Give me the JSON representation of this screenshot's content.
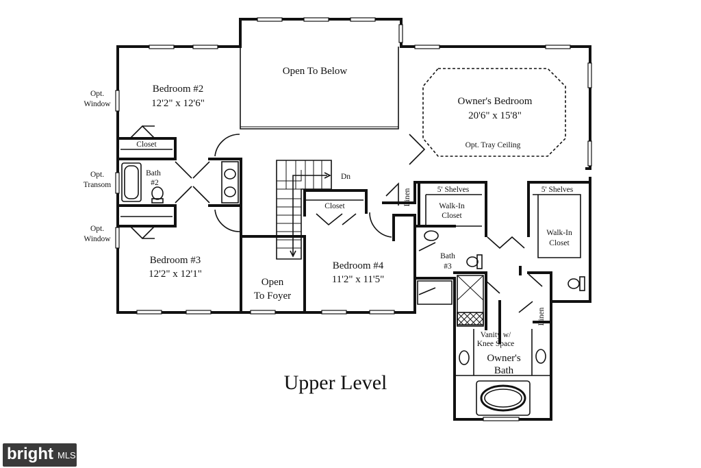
{
  "title": "Upper Level",
  "rooms": {
    "bedroom2": {
      "name": "Bedroom #2",
      "dims": "12'2\" x 12'6\""
    },
    "bedroom3": {
      "name": "Bedroom #3",
      "dims": "12'2\" x 12'1\""
    },
    "bedroom4": {
      "name": "Bedroom #4",
      "dims": "11'2\" x 11'5\""
    },
    "owners_bedroom": {
      "name": "Owner's Bedroom",
      "dims": "20'6\" x 15'8\"",
      "note": "Opt. Tray Ceiling"
    },
    "open_below": "Open To Below",
    "open_foyer": [
      "Open",
      "To Foyer"
    ],
    "closet_b2": "Closet",
    "closet_b4": "Closet",
    "bath2": [
      "Bath",
      "#2"
    ],
    "bath3": [
      "Bath",
      "#3"
    ],
    "linen_upper": "Linen",
    "linen_lower": "Linen",
    "shelves_left": "5' Shelves",
    "shelves_right": "5' Shelves",
    "walkin_left": [
      "Walk-In",
      "Closet"
    ],
    "walkin_right": [
      "Walk-In",
      "Closet"
    ],
    "vanity": [
      "Vanity w/",
      "Knee Space"
    ],
    "owners_bath": [
      "Owner's",
      "Bath"
    ],
    "stair": "Dn"
  },
  "left_notes": {
    "window_top": [
      "Opt.",
      "Window"
    ],
    "transom": [
      "Opt.",
      "Transom"
    ],
    "window_bottom": [
      "Opt.",
      "Window"
    ]
  },
  "watermark": {
    "brand": "bright",
    "suffix": "MLS"
  }
}
